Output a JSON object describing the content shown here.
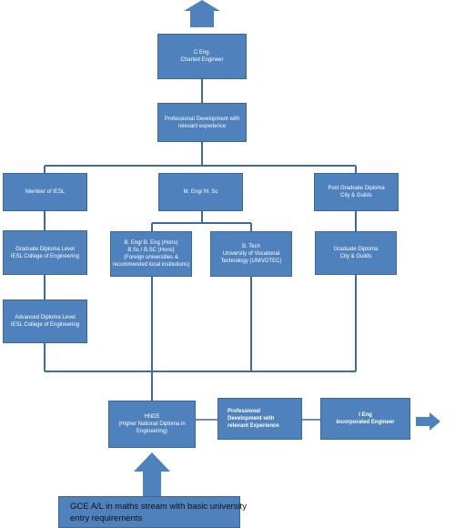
{
  "colors": {
    "box_fill": "#4f81bd",
    "box_border": "#3a6898",
    "line": "#3f6a9c",
    "text": "#ffffff"
  },
  "boxes": {
    "ceng": {
      "lines": [
        "C Eng.",
        "Charted Engineer"
      ]
    },
    "professional_development_top": {
      "lines": [
        "Professional Development with",
        "relevant experience"
      ]
    },
    "member_iesl": {
      "lines": [
        "Member of IESL"
      ]
    },
    "meng_msc": {
      "lines": [
        "M. Eng/ M. Sc"
      ]
    },
    "pg_diploma": {
      "lines": [
        "Post Graduate Diploma",
        "City & Guilds"
      ]
    },
    "graduate_diploma_iesl": {
      "lines": [
        "Graduate Diploma Level",
        "IESL College of Engineering"
      ]
    },
    "beng_bsc": {
      "lines": [
        "B. Eng/ B. Eng (Hons)",
        "B.Sc / B.SC (Hons)",
        "(Foreign universities &",
        "recommended local institutions)"
      ]
    },
    "btech": {
      "lines": [
        "B. Tech",
        "University of Vocational",
        "Technology (UNIVOTEC)"
      ]
    },
    "graduate_diploma_cg": {
      "lines": [
        "Graduate Diploma",
        "City & Guilds"
      ]
    },
    "advanced_diploma": {
      "lines": [
        "Advanced Diploma Level",
        "IESL College of Engineering"
      ]
    },
    "hnde": {
      "lines": [
        "HNDE",
        "(Higher National Diploma in",
        "Engineering)"
      ]
    },
    "professional_development_bottom": {
      "lines": [
        "Professional",
        "Development with",
        "relevant Experience"
      ]
    },
    "ieng": {
      "lines": [
        "I Eng",
        "Incorporated Engineer"
      ]
    },
    "gce": {
      "lines": [
        "GCE A/L in maths stream with basic university",
        "entry requirements"
      ]
    }
  }
}
